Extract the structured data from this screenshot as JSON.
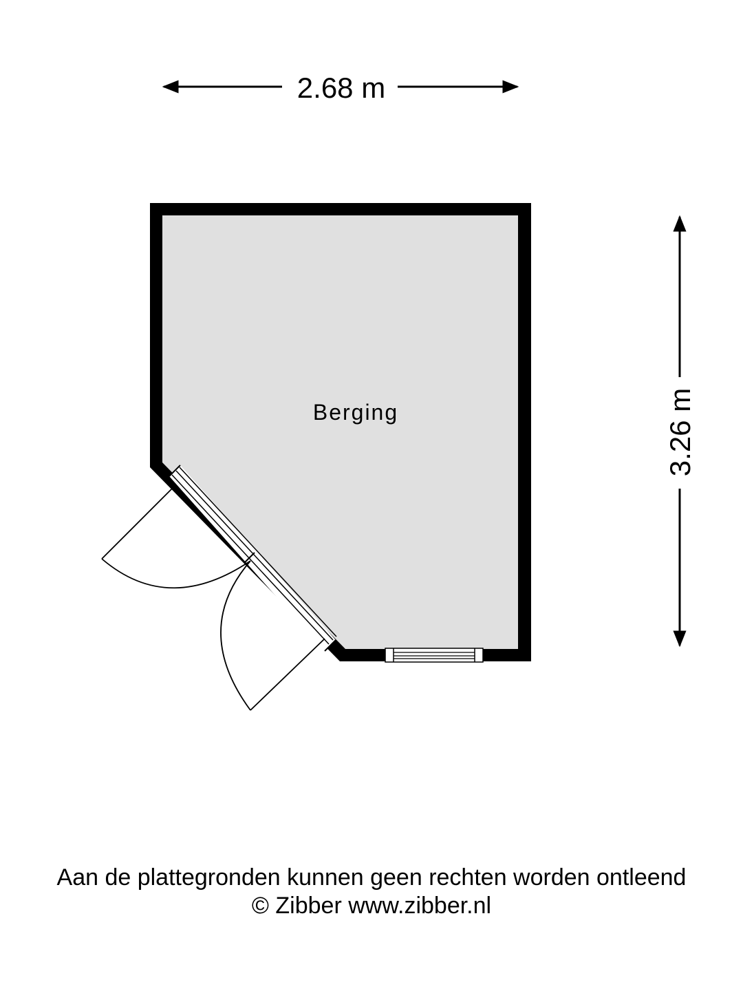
{
  "dimensions": {
    "width": "2.68 m",
    "depth": "3.26 m"
  },
  "room": {
    "name": "Berging"
  },
  "footer": {
    "disclaimer": "Aan de plattegronden kunnen geen rechten worden ontleend",
    "copyright": "© Zibber www.zibber.nl"
  },
  "colors": {
    "floor": "#e0e0e0",
    "wall": "#000000",
    "background": "#ffffff"
  }
}
